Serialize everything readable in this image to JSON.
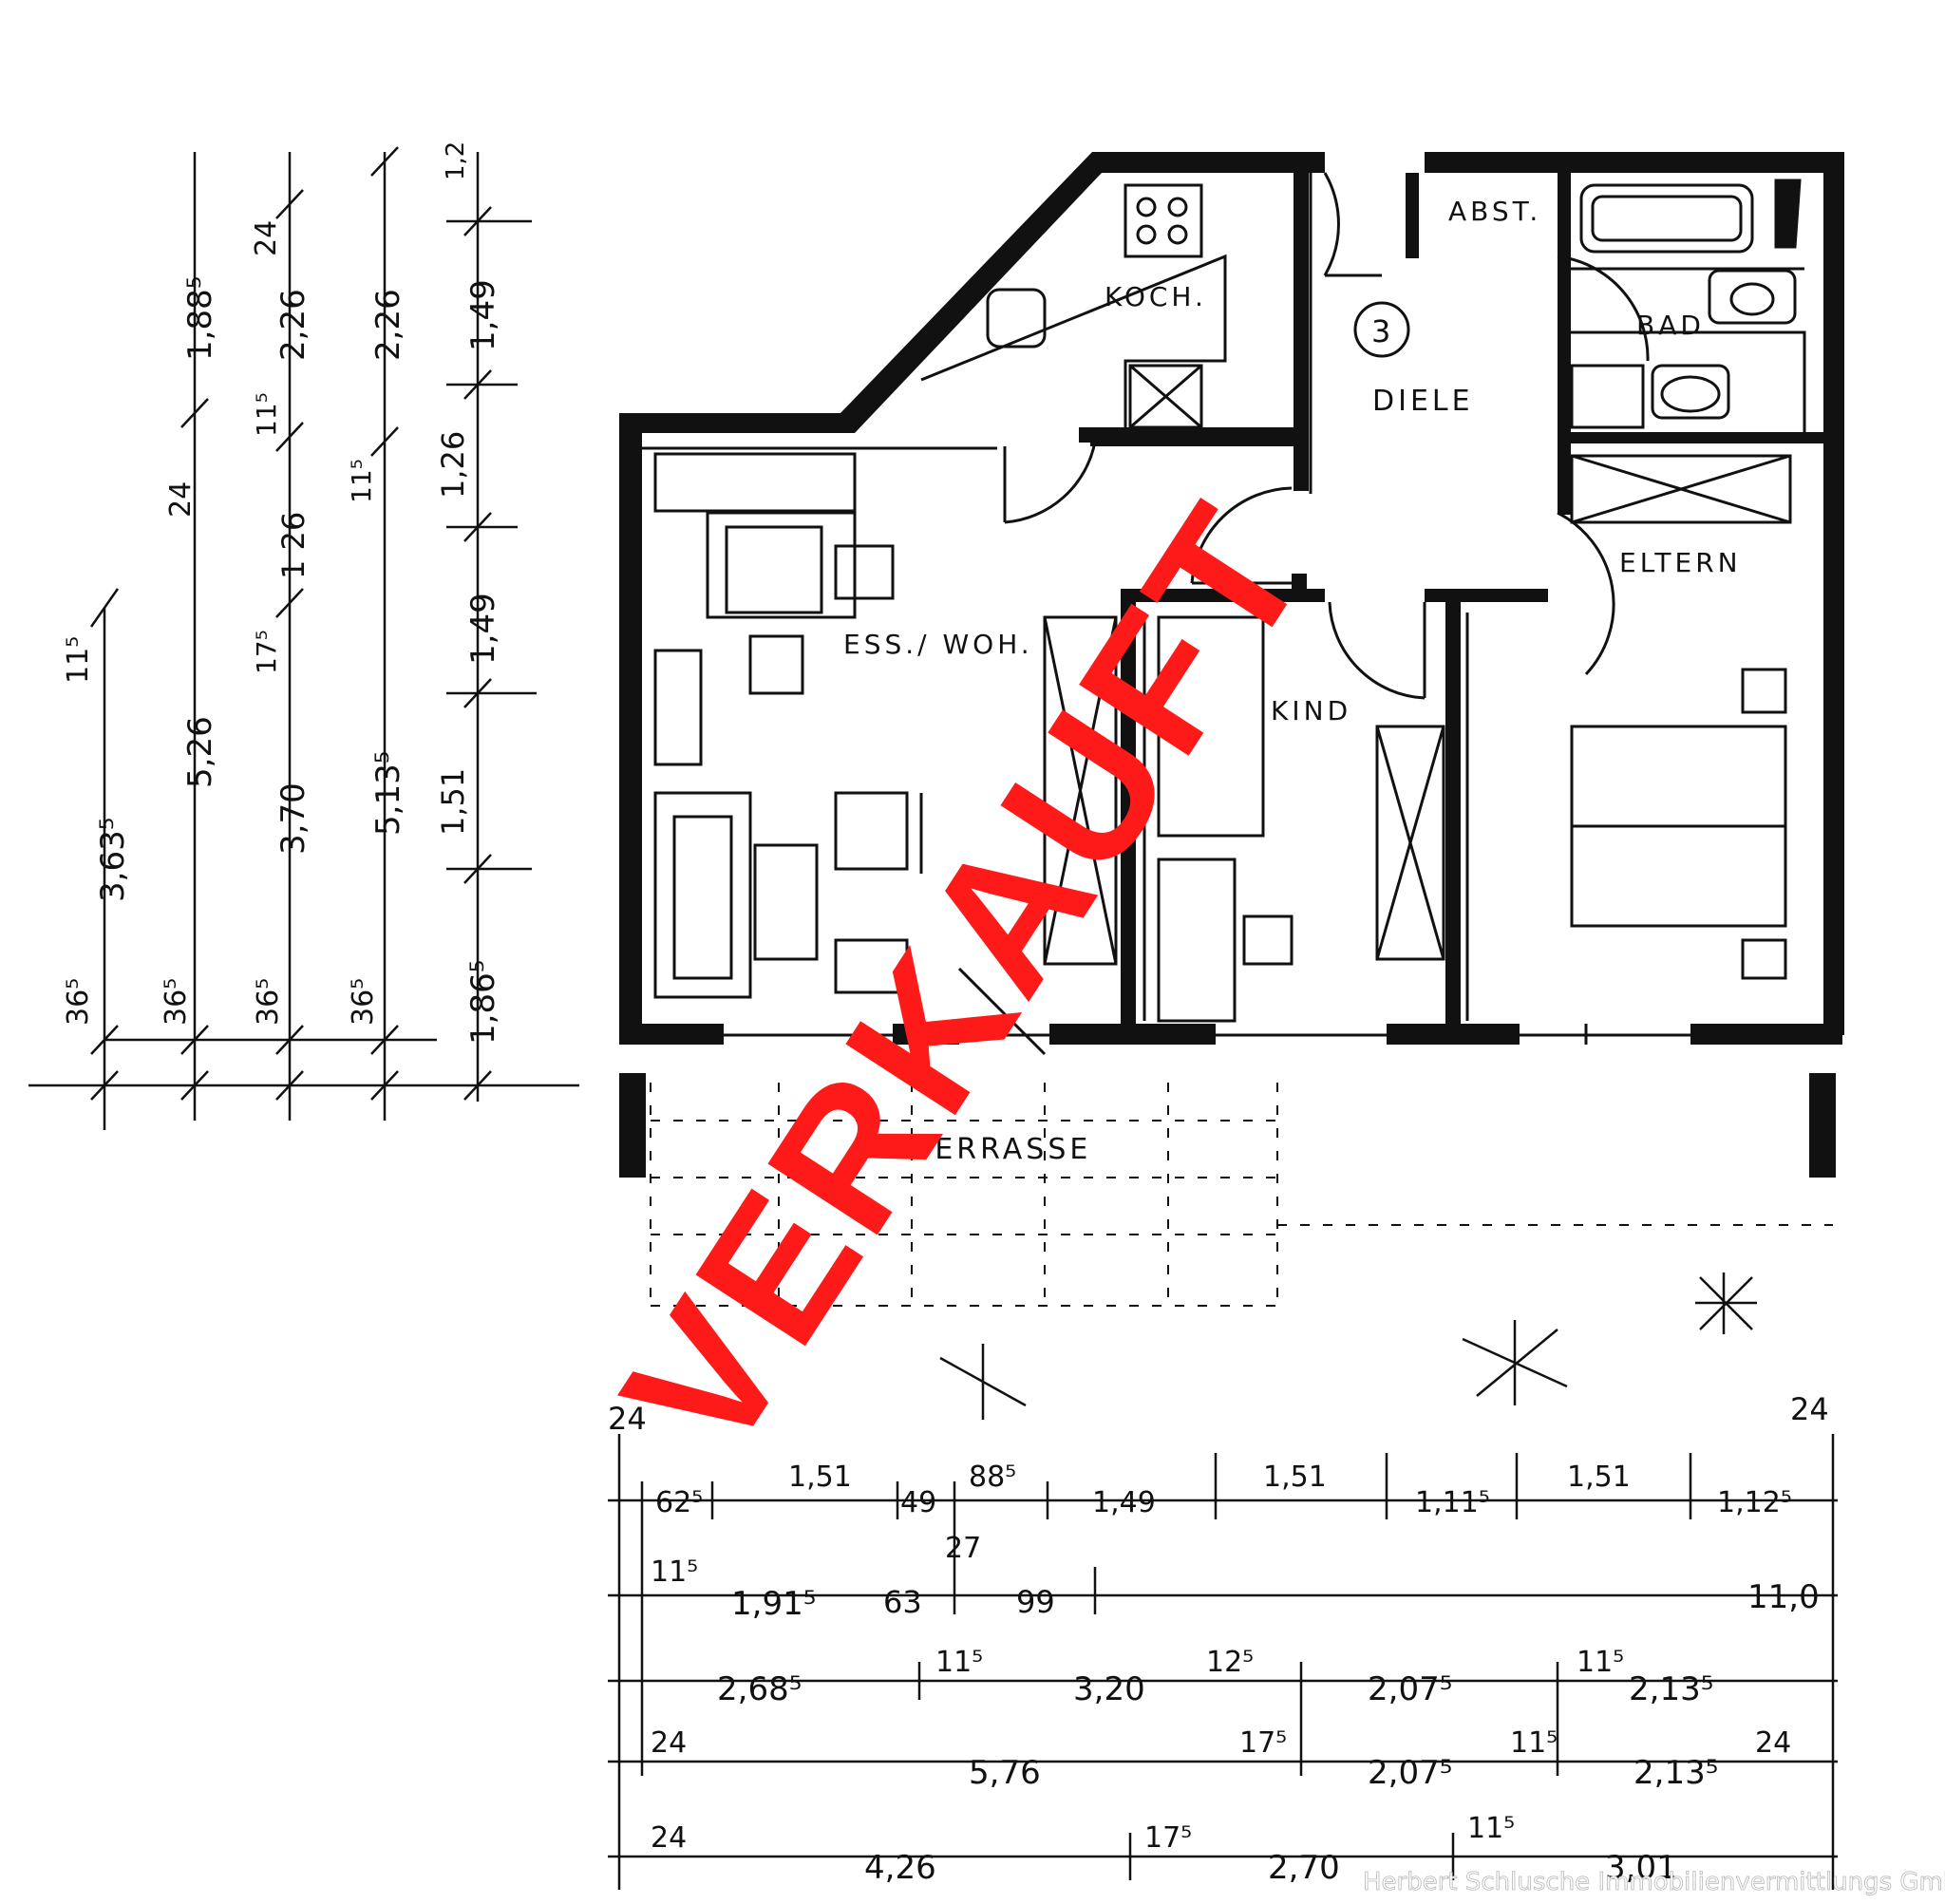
{
  "plan": {
    "unit_number": "3",
    "rooms": {
      "kitchen": "KOCH.",
      "storage": "ABST.",
      "bath": "BAD",
      "hall": "DIELE",
      "living": "ESS./ WOH.",
      "child": "KIND",
      "parents": "ELTERN",
      "terrace": "TERRASSE"
    },
    "stamp": {
      "text": "VERKAUFT",
      "color": "#ff1a1a"
    },
    "watermark": "Herbert Schlusche Immobilienvermittlungs GmbH",
    "dims_top_corners": [
      "24",
      "24"
    ],
    "dims_row1": [
      "62⁵",
      "1,51",
      "49",
      "88⁵",
      "1,49",
      "1,51",
      "1,11⁵",
      "1,51",
      "1,12⁵"
    ],
    "dims_row2": [
      "11⁵",
      "1,91⁵",
      "63",
      "27",
      "99",
      "11,0"
    ],
    "dims_row3": [
      "2,68⁵",
      "11⁵",
      "3,20",
      "12⁵",
      "2,07⁵",
      "11⁵",
      "2,13⁵"
    ],
    "dims_row4": [
      "24",
      "5,76",
      "17⁵",
      "2,07⁵",
      "11⁵",
      "2,13⁵",
      "24"
    ],
    "dims_row5": [
      "24",
      "4,26",
      "17⁵",
      "2,70",
      "11⁵",
      "3,01"
    ],
    "dims_left_col1": [
      "11⁵",
      "3,63⁵",
      "36⁵"
    ],
    "dims_left_col2": [
      "1,88⁵",
      "24",
      "5,26",
      "36⁵"
    ],
    "dims_left_col3": [
      "24",
      "2,26",
      "11⁵",
      "1 26",
      "17⁵",
      "3,70",
      "36⁵"
    ],
    "dims_left_col4": [
      "2,26",
      "11⁵",
      "5,13⁵",
      "36⁵"
    ],
    "dims_left_col5": [
      "1,2",
      "1,49",
      "1,26",
      "1,49",
      "1,51",
      "1,86⁵"
    ]
  }
}
